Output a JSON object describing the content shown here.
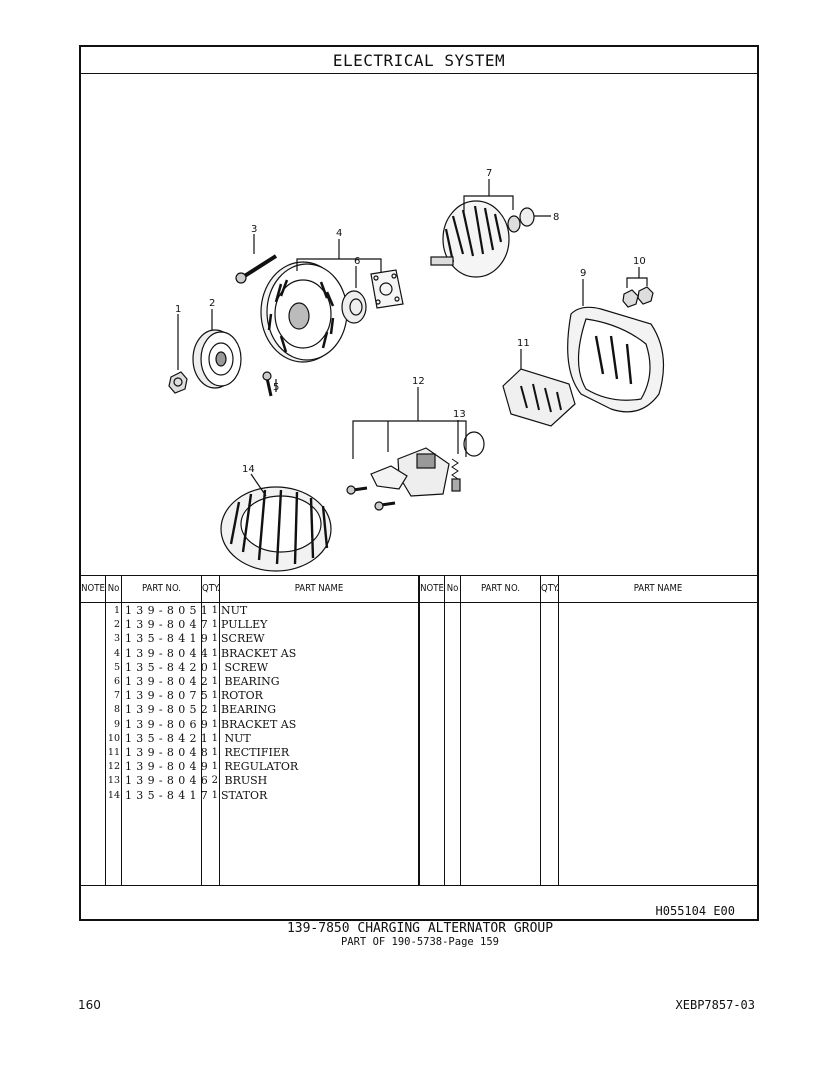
{
  "section_title": "ELECTRICAL SYSTEM",
  "callouts": [
    "1",
    "2",
    "3",
    "4",
    "5",
    "6",
    "7",
    "8",
    "9",
    "10",
    "11",
    "12",
    "13",
    "14"
  ],
  "table": {
    "headers": {
      "note": "NOTE",
      "no": "No",
      "part_no": "PART NO.",
      "qty": "QTY.",
      "part_name": "PART NAME"
    },
    "rows": [
      {
        "no": "1",
        "part_no": "139-8051",
        "qty": "1",
        "name": "NUT"
      },
      {
        "no": "2",
        "part_no": "139-8047",
        "qty": "1",
        "name": "PULLEY"
      },
      {
        "no": "3",
        "part_no": "135-8419",
        "qty": "1",
        "name": "SCREW"
      },
      {
        "no": "4",
        "part_no": "139-8044",
        "qty": "1",
        "name": "BRACKET AS"
      },
      {
        "no": "5",
        "part_no": "135-8420",
        "qty": "1",
        "name": " SCREW"
      },
      {
        "no": "6",
        "part_no": "139-8042",
        "qty": "1",
        "name": " BEARING"
      },
      {
        "no": "7",
        "part_no": "139-8075",
        "qty": "1",
        "name": "ROTOR"
      },
      {
        "no": "8",
        "part_no": "139-8052",
        "qty": "1",
        "name": "BEARING"
      },
      {
        "no": "9",
        "part_no": "139-8069",
        "qty": "1",
        "name": "BRACKET AS"
      },
      {
        "no": "10",
        "part_no": "135-8421",
        "qty": "1",
        "name": " NUT"
      },
      {
        "no": "11",
        "part_no": "139-8048",
        "qty": "1",
        "name": " RECTIFIER"
      },
      {
        "no": "12",
        "part_no": "139-8049",
        "qty": "1",
        "name": " REGULATOR"
      },
      {
        "no": "13",
        "part_no": "139-8046",
        "qty": "2",
        "name": " BRUSH"
      },
      {
        "no": "14",
        "part_no": "135-8417",
        "qty": "1",
        "name": "STATOR"
      }
    ]
  },
  "drawing_code": "H055104  E00",
  "group_title": "139-7850 CHARGING ALTERNATOR GROUP",
  "group_subtitle": "PART OF 190-5738-Page 159",
  "page_number": "160",
  "document_id": "XEBP7857-03"
}
